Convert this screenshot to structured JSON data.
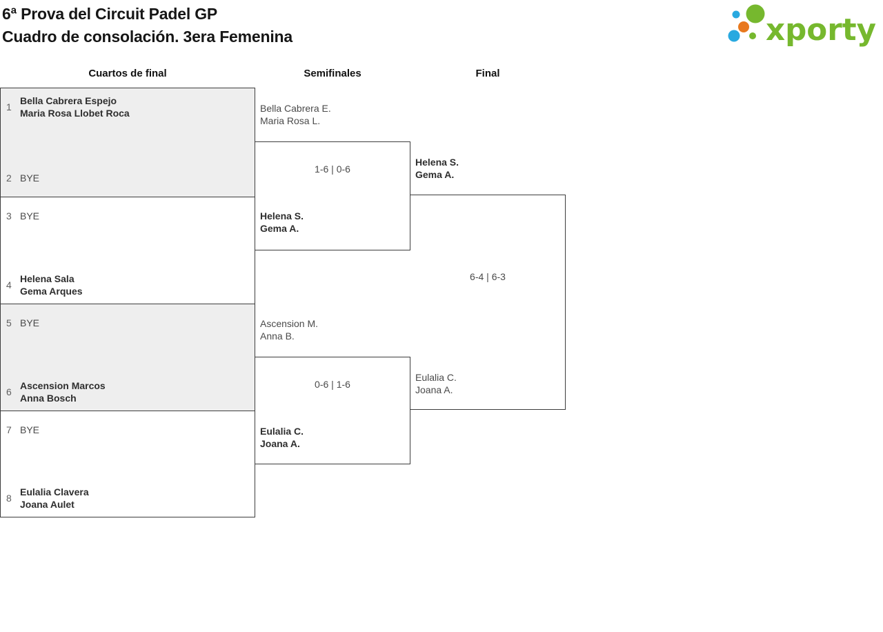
{
  "page": {
    "title_line1": "6ª Prova del Circuit Padel GP",
    "title_line2": "Cuadro de consolación. 3era Femenina"
  },
  "logo": {
    "wordmark": "xporty"
  },
  "colors": {
    "logo_green": "#76b82e",
    "logo_blue": "#29a9e0",
    "logo_orange": "#e8791e",
    "box_shade": "#eeeeee",
    "line": "#3c3c3c"
  },
  "round_headers": {
    "quarterfinals": "Cuartos de final",
    "semifinals": "Semifinales",
    "final": "Final"
  },
  "quarterfinals": [
    {
      "seed_top": "1",
      "team_top": "Bella Cabrera Espejo\nMaria Rosa Llobet Roca",
      "seed_bottom": "2",
      "team_bottom": "BYE",
      "advanced": "top"
    },
    {
      "seed_top": "3",
      "team_top": "BYE",
      "seed_bottom": "4",
      "team_bottom": "Helena Sala\nGema Arques",
      "advanced": "bottom"
    },
    {
      "seed_top": "5",
      "team_top": "BYE",
      "seed_bottom": "6",
      "team_bottom": "Ascension Marcos\nAnna Bosch",
      "advanced": "bottom"
    },
    {
      "seed_top": "7",
      "team_top": "BYE",
      "seed_bottom": "8",
      "team_bottom": "Eulalia Clavera\nJoana Aulet",
      "advanced": "bottom"
    }
  ],
  "semifinals": [
    {
      "team_top": "Bella Cabrera E.\nMaria Rosa L.",
      "score": "1-6 | 0-6",
      "team_bottom": "Helena S.\nGema A.",
      "winner": "bottom"
    },
    {
      "team_top": "Ascension M.\nAnna B.",
      "score": "0-6 | 1-6",
      "team_bottom": "Eulalia C.\nJoana A.",
      "winner": "bottom"
    }
  ],
  "final": {
    "team_top": "Helena S.\nGema A.",
    "score": "6-4 | 6-3",
    "team_bottom": "Eulalia C.\nJoana A.",
    "winner": "top"
  }
}
